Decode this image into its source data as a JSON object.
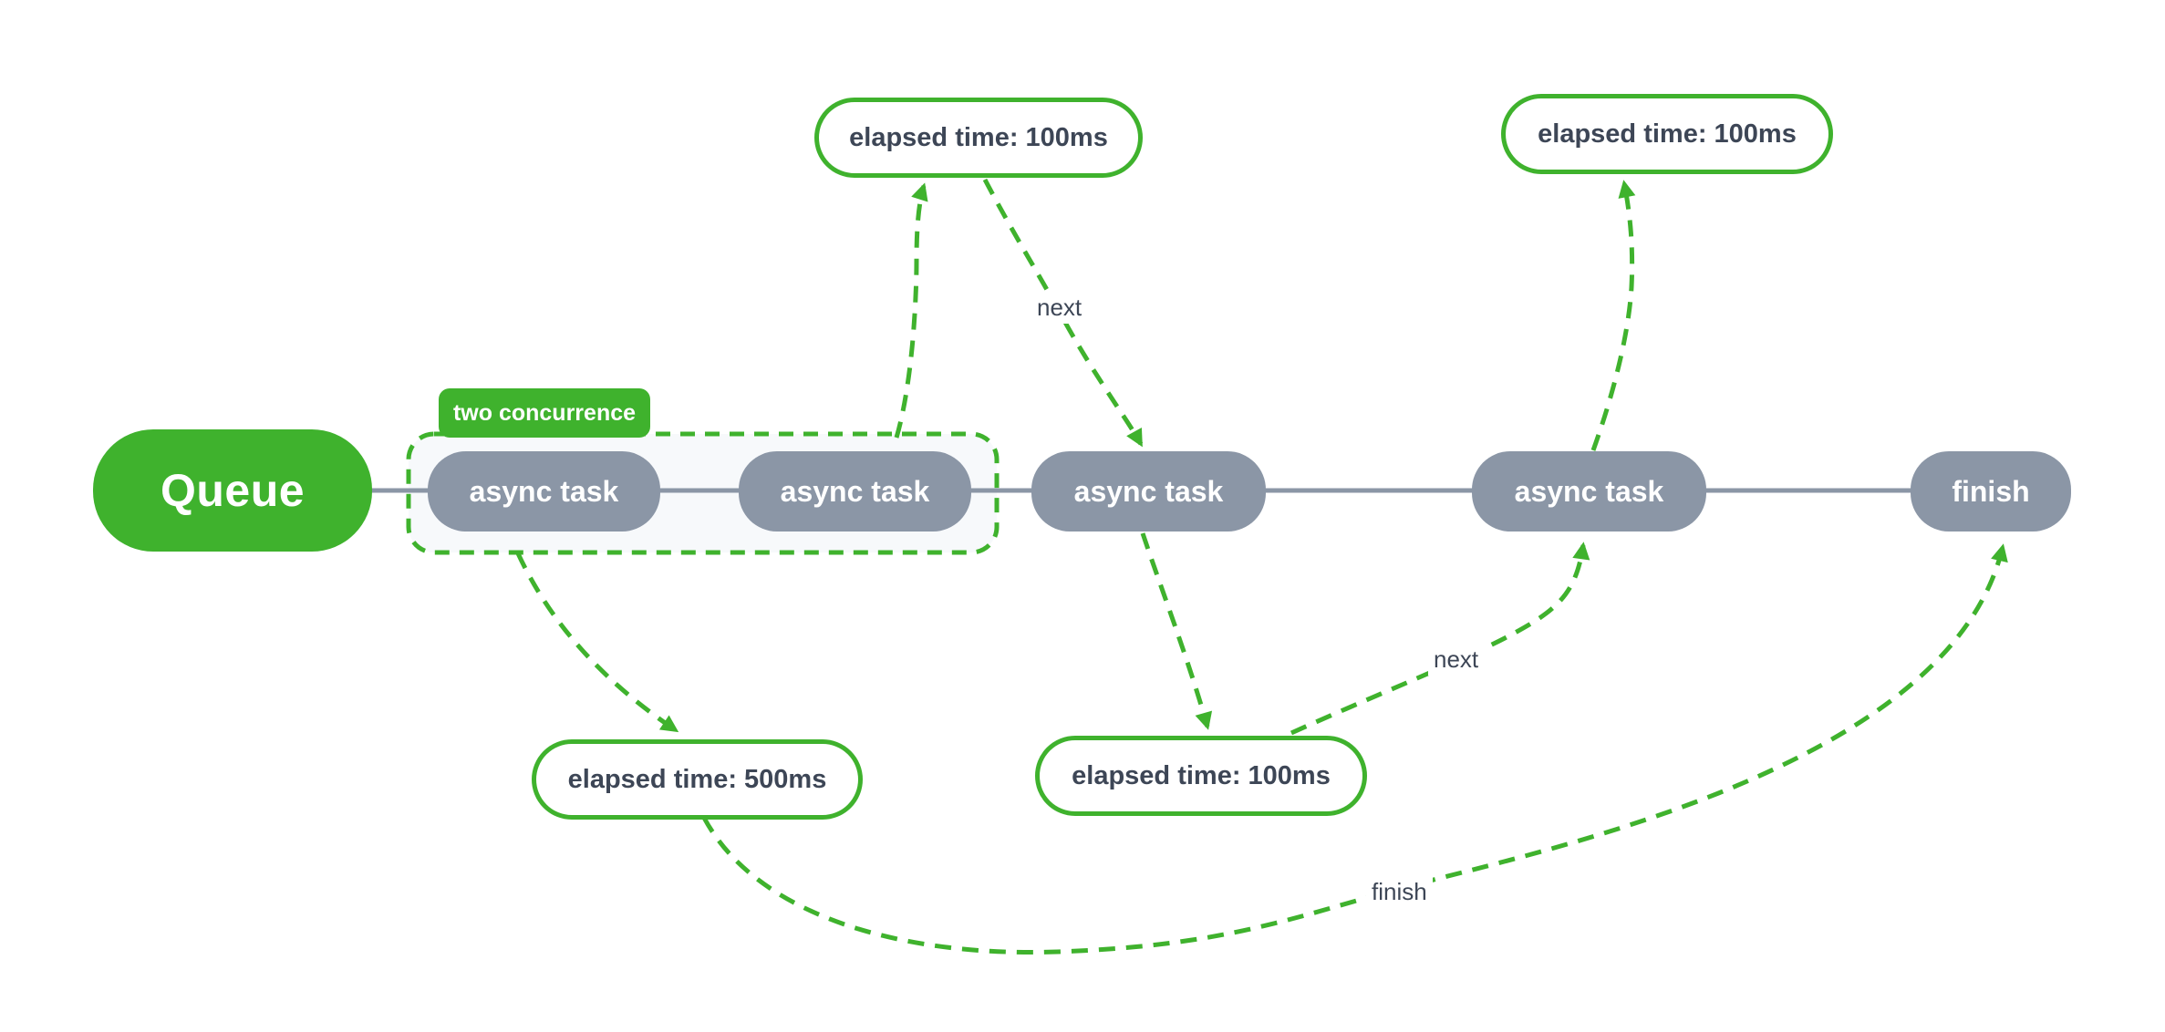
{
  "diagram": {
    "title_hint": "queue concurrency flow diagram",
    "queue": {
      "label": "Queue"
    },
    "group": {
      "label": "two concurrence"
    },
    "tasks": [
      "async task",
      "async task",
      "async task",
      "async task"
    ],
    "finish_node": {
      "label": "finish"
    },
    "bubbles": {
      "top_left": "elapsed time: 100ms",
      "top_right": "elapsed time: 100ms",
      "bottom_left": "elapsed time: 500ms",
      "bottom_mid": "elapsed time: 100ms"
    },
    "edge_labels": {
      "next_top": "next",
      "next_bottom": "next",
      "finish": "finish"
    },
    "colors": {
      "green": "#3fb22d",
      "node_gray": "#8b96a6",
      "text_dark": "#3d4656",
      "group_fill": "#f7f9fb",
      "background": "#ffffff"
    }
  }
}
